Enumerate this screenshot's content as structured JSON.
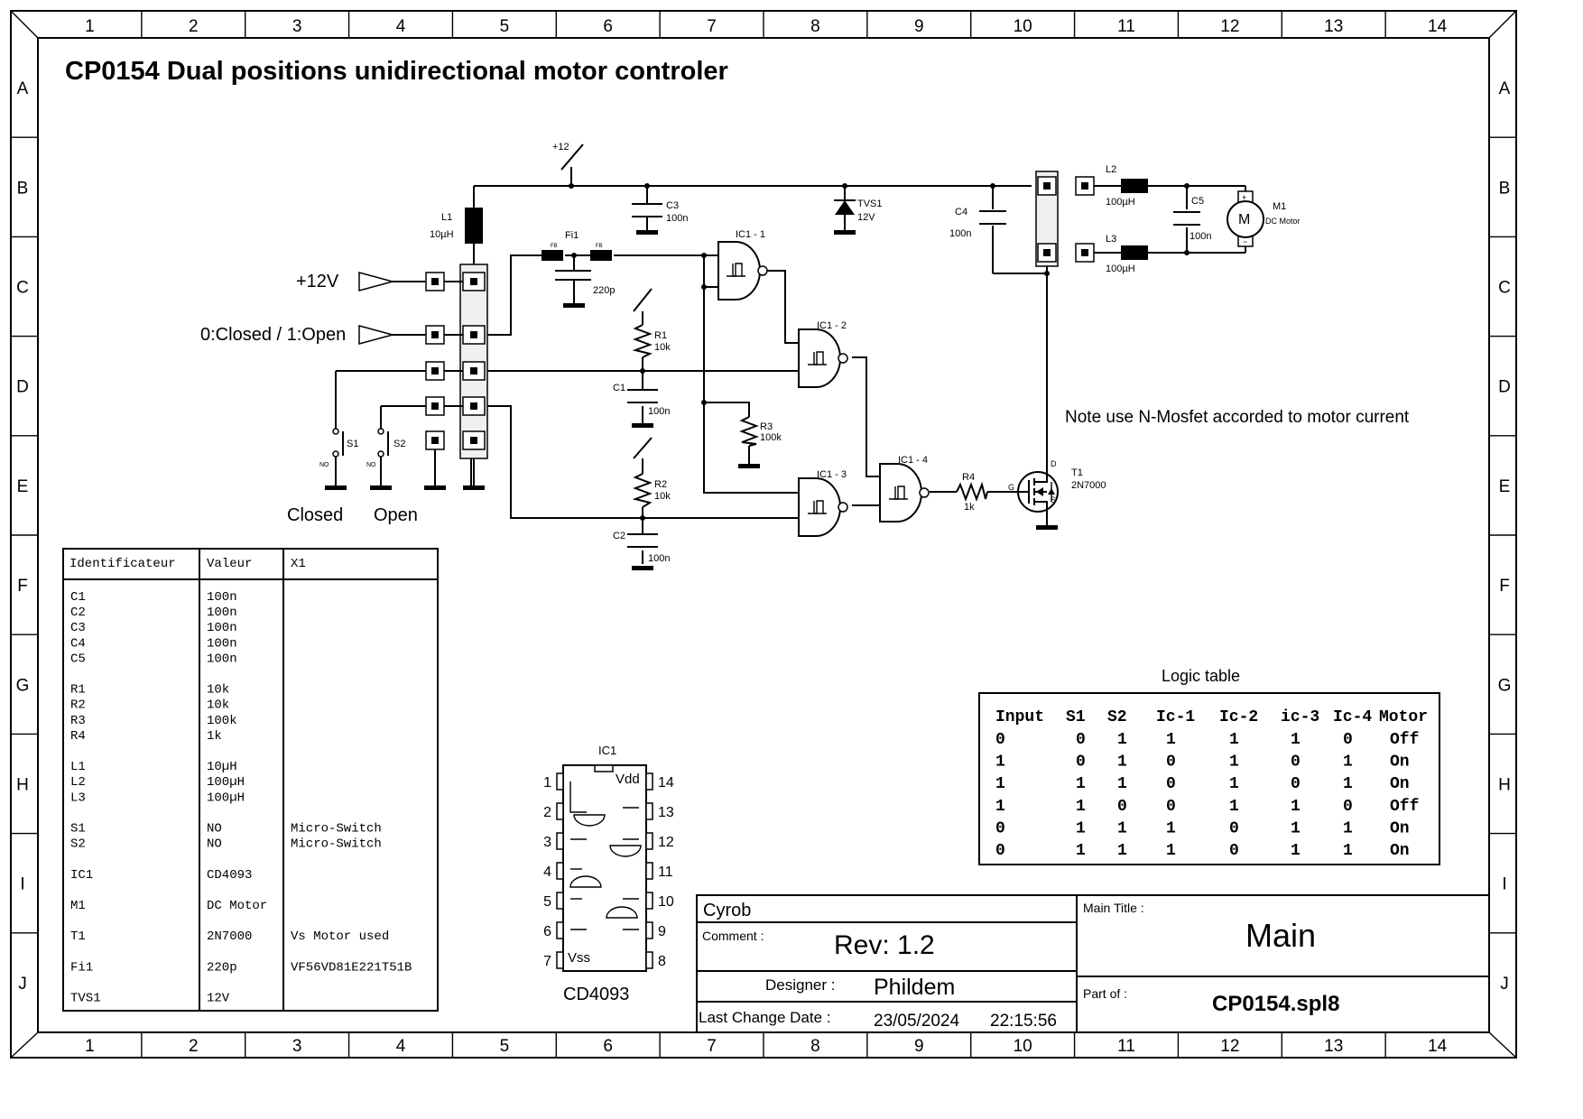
{
  "title": "CP0154 Dual positions unidirectional motor controler",
  "grid": {
    "columns": [
      "1",
      "2",
      "3",
      "4",
      "5",
      "6",
      "7",
      "8",
      "9",
      "10",
      "11",
      "12",
      "13",
      "14"
    ],
    "rows": [
      "A",
      "B",
      "C",
      "D",
      "E",
      "F",
      "G",
      "H",
      "I",
      "J"
    ]
  },
  "inputs": {
    "plus12v": "+12V",
    "mode": "0:Closed / 1:Open"
  },
  "switch_labels": {
    "closed": "Closed",
    "open": "Open"
  },
  "components": {
    "supply": "+12",
    "L1": "L1",
    "L1_val": "10µH",
    "Fi1": "Fi1",
    "Fi1_val": "220p",
    "fb": "FB",
    "C3": "C3",
    "C3_val": "100n",
    "TVS1": "TVS1",
    "TVS1_val": "12V",
    "C4": "C4",
    "C4_val": "100n",
    "L2": "L2",
    "L2_val": "100µH",
    "L3": "L3",
    "L3_val": "100µH",
    "C5": "C5",
    "C5_val": "100n",
    "M1": "M1",
    "M1_val": "DC Motor",
    "M_letter": "M",
    "R1": "R1",
    "R1_val": "10k",
    "R2": "R2",
    "R2_val": "10k",
    "R3": "R3",
    "R3_val": "100k",
    "R4": "R4",
    "R4_val": "1k",
    "C1": "C1",
    "C1_val": "100n",
    "C2": "C2",
    "C2_val": "100n",
    "IC1_1": "IC1 - 1",
    "IC1_2": "IC1 - 2",
    "IC1_3": "IC1 - 3",
    "IC1_4": "IC1 - 4",
    "T1": "T1",
    "T1_val": "2N7000",
    "T1_g": "G",
    "T1_d": "D",
    "T1_s": "S",
    "S1": "S1",
    "S2": "S2",
    "no": "NO"
  },
  "note": "Note use N-Mosfet accorded to motor current",
  "bom": {
    "headers": [
      "Identificateur",
      "Valeur",
      "X1"
    ],
    "rows": [
      [
        "C1",
        "100n",
        ""
      ],
      [
        "C2",
        "100n",
        ""
      ],
      [
        "C3",
        "100n",
        ""
      ],
      [
        "C4",
        "100n",
        ""
      ],
      [
        "C5",
        "100n",
        ""
      ],
      [
        "",
        "",
        ""
      ],
      [
        "R1",
        "10k",
        ""
      ],
      [
        "R2",
        "10k",
        ""
      ],
      [
        "R3",
        "100k",
        ""
      ],
      [
        "R4",
        "1k",
        ""
      ],
      [
        "",
        "",
        ""
      ],
      [
        "L1",
        "10µH",
        ""
      ],
      [
        "L2",
        "100µH",
        ""
      ],
      [
        "L3",
        "100µH",
        ""
      ],
      [
        "",
        "",
        ""
      ],
      [
        "S1",
        "NO",
        "Micro-Switch"
      ],
      [
        "S2",
        "NO",
        "Micro-Switch"
      ],
      [
        "",
        "",
        ""
      ],
      [
        "IC1",
        "CD4093",
        ""
      ],
      [
        "",
        "",
        ""
      ],
      [
        "M1",
        "DC Motor",
        ""
      ],
      [
        "",
        "",
        ""
      ],
      [
        "T1",
        "2N7000",
        "Vs Motor used"
      ],
      [
        "",
        "",
        ""
      ],
      [
        "Fi1",
        "220p",
        "VF56VD81E221T51B"
      ],
      [
        "",
        "",
        ""
      ],
      [
        "TVS1",
        "12V",
        ""
      ]
    ]
  },
  "ic_pinout": {
    "ref": "IC1",
    "part": "CD4093",
    "vdd": "Vdd",
    "vss": "Vss",
    "left_pins": [
      "1",
      "2",
      "3",
      "4",
      "5",
      "6",
      "7"
    ],
    "right_pins": [
      "14",
      "13",
      "12",
      "11",
      "10",
      "9",
      "8"
    ]
  },
  "logic_table": {
    "title": "Logic table",
    "headers": [
      "Input",
      "S1",
      "S2",
      "Ic-1",
      "Ic-2",
      "ic-3",
      "Ic-4",
      "Motor"
    ],
    "rows": [
      [
        "0",
        "0",
        "1",
        "1",
        "1",
        "1",
        "0",
        "Off"
      ],
      [
        "1",
        "0",
        "1",
        "0",
        "1",
        "0",
        "1",
        "On"
      ],
      [
        "1",
        "1",
        "1",
        "0",
        "1",
        "0",
        "1",
        "On"
      ],
      [
        "1",
        "1",
        "0",
        "0",
        "1",
        "1",
        "0",
        "Off"
      ],
      [
        "0",
        "1",
        "1",
        "1",
        "0",
        "1",
        "1",
        "On"
      ],
      [
        "0",
        "1",
        "1",
        "1",
        "0",
        "1",
        "1",
        "On"
      ]
    ]
  },
  "title_block": {
    "company": "Cyrob",
    "comment_label": "Comment :",
    "comment": "Rev: 1.2",
    "designer_label": "Designer :",
    "designer": "Phildem",
    "date_label": "Last Change Date :",
    "date": "23/05/2024",
    "time": "22:15:56",
    "main_title_label": "Main Title :",
    "main_title": "Main",
    "part_of_label": "Part of :",
    "part_of": "CP0154.spl8"
  }
}
